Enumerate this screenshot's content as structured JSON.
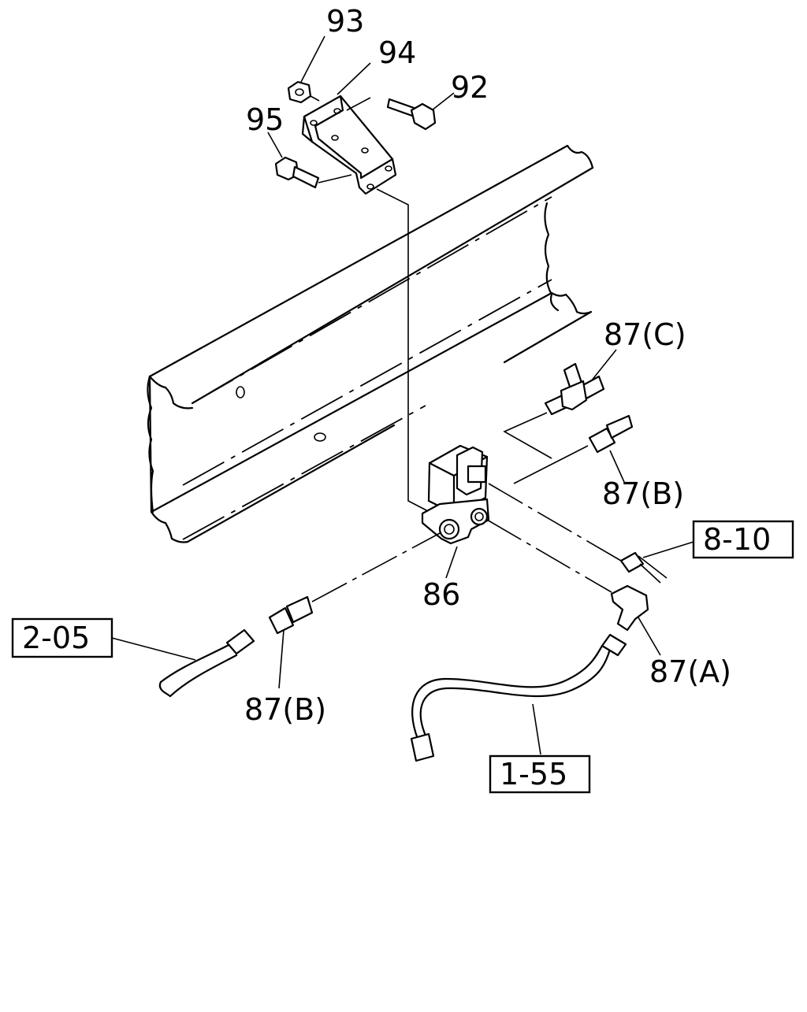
{
  "callouts": {
    "p93": "93",
    "p94": "94",
    "p92": "92",
    "p95": "95",
    "p87c": "87(C)",
    "p87b_right": "87(B)",
    "p86": "86",
    "p87a": "87(A)",
    "p87b_left": "87(B)"
  },
  "refs": {
    "r810": "8-10",
    "r205": "2-05",
    "r155": "1-55"
  }
}
